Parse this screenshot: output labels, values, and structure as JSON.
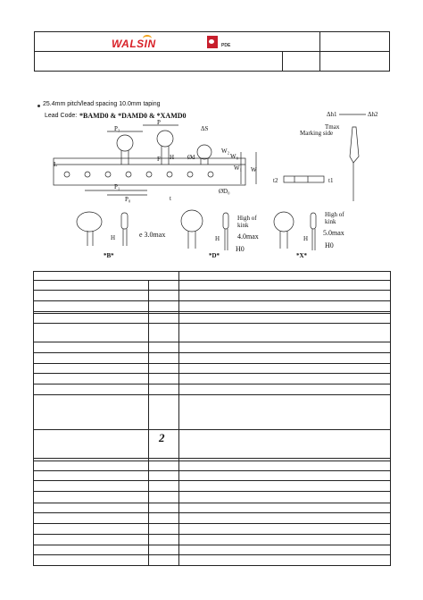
{
  "header": {
    "brand_walsin": "WALSIN",
    "brand_pde": "PDE"
  },
  "spec": {
    "bullet": "25.4mm pitch/lead spacing 10.0mm taping",
    "lead_code_label": "Lead Code:",
    "lead_codes": "*BAMD0  &  *DAMD0  &  *XAMD0"
  },
  "diagram": {
    "labels": {
      "p2": "P₂",
      "p": "P",
      "p1": "P₁",
      "p0": "P₀",
      "h": "H",
      "d": "Ød",
      "f": "F",
      "w0": "W₀",
      "w1": "W₁",
      "w2": "W₂",
      "w": "W",
      "l": "L",
      "d0": "ØD₀",
      "t": "t",
      "delta_s": "ΔS",
      "delta_h1": "Δh1",
      "delta_h2": "Δh2",
      "tmax": "Tmax",
      "marking_side": "Marking side",
      "t1": "t1",
      "t2": "t2"
    },
    "variants": [
      {
        "code": "*B*",
        "h": "H",
        "e": "e 3.0max"
      },
      {
        "code": "*D*",
        "h": "H",
        "kink": "High of kink",
        "kink_val": "4.0max",
        "h0": "H0"
      },
      {
        "code": "*X*",
        "h": "H",
        "kink": "High of kink",
        "kink_val": "5.0max",
        "h0": "H0"
      }
    ]
  },
  "table": {
    "glyph": "2"
  }
}
